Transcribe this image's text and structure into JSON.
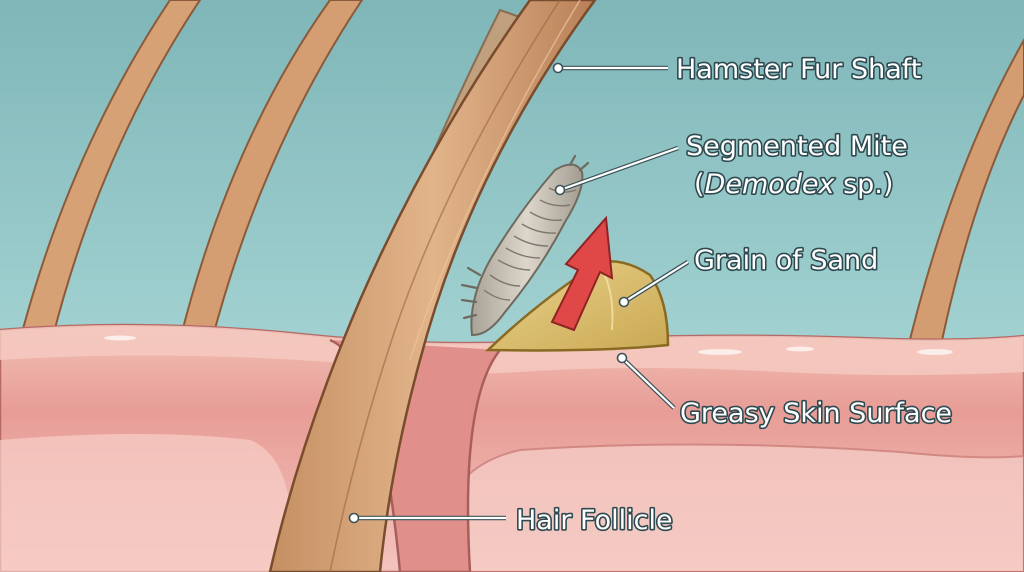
{
  "labels": {
    "fur_shaft": "Hamster Fur Shaft",
    "mite_line1": "Segmented Mite",
    "mite_open_paren": "(",
    "mite_genus": "Demodex",
    "mite_species": " sp.)",
    "sand": "Grain of Sand",
    "skin": "Greasy Skin Surface",
    "follicle": "Hair Follicle"
  },
  "colors": {
    "background": "#8fc3c4",
    "fur": "#d9a77b",
    "skin_top": "#f0b7ae",
    "skin_deep": "#e3908c",
    "sand": "#d8bd6a",
    "mite": "#c9c2b5",
    "arrow": "#e04848"
  }
}
